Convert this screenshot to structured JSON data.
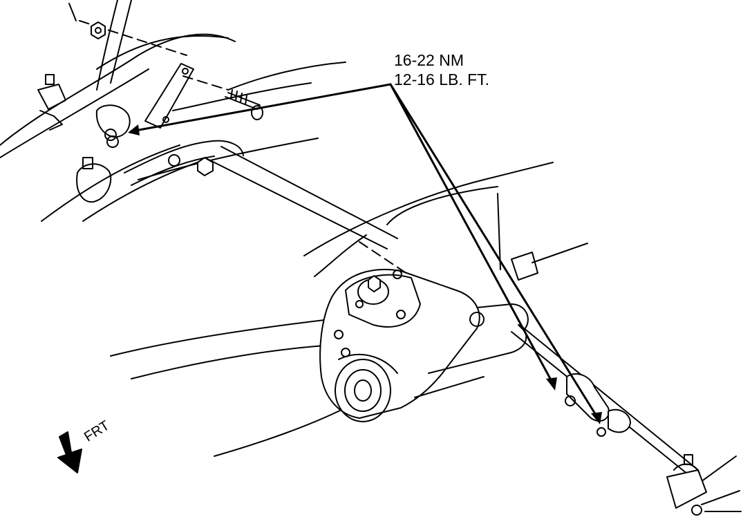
{
  "torque_spec": {
    "metric": "16-22 NM",
    "imperial": "12-16 LB. FT."
  },
  "orientation": {
    "label": "FRT",
    "icon": "front-direction-arrow-icon"
  },
  "colors": {
    "line": "#000000",
    "background": "#ffffff"
  }
}
